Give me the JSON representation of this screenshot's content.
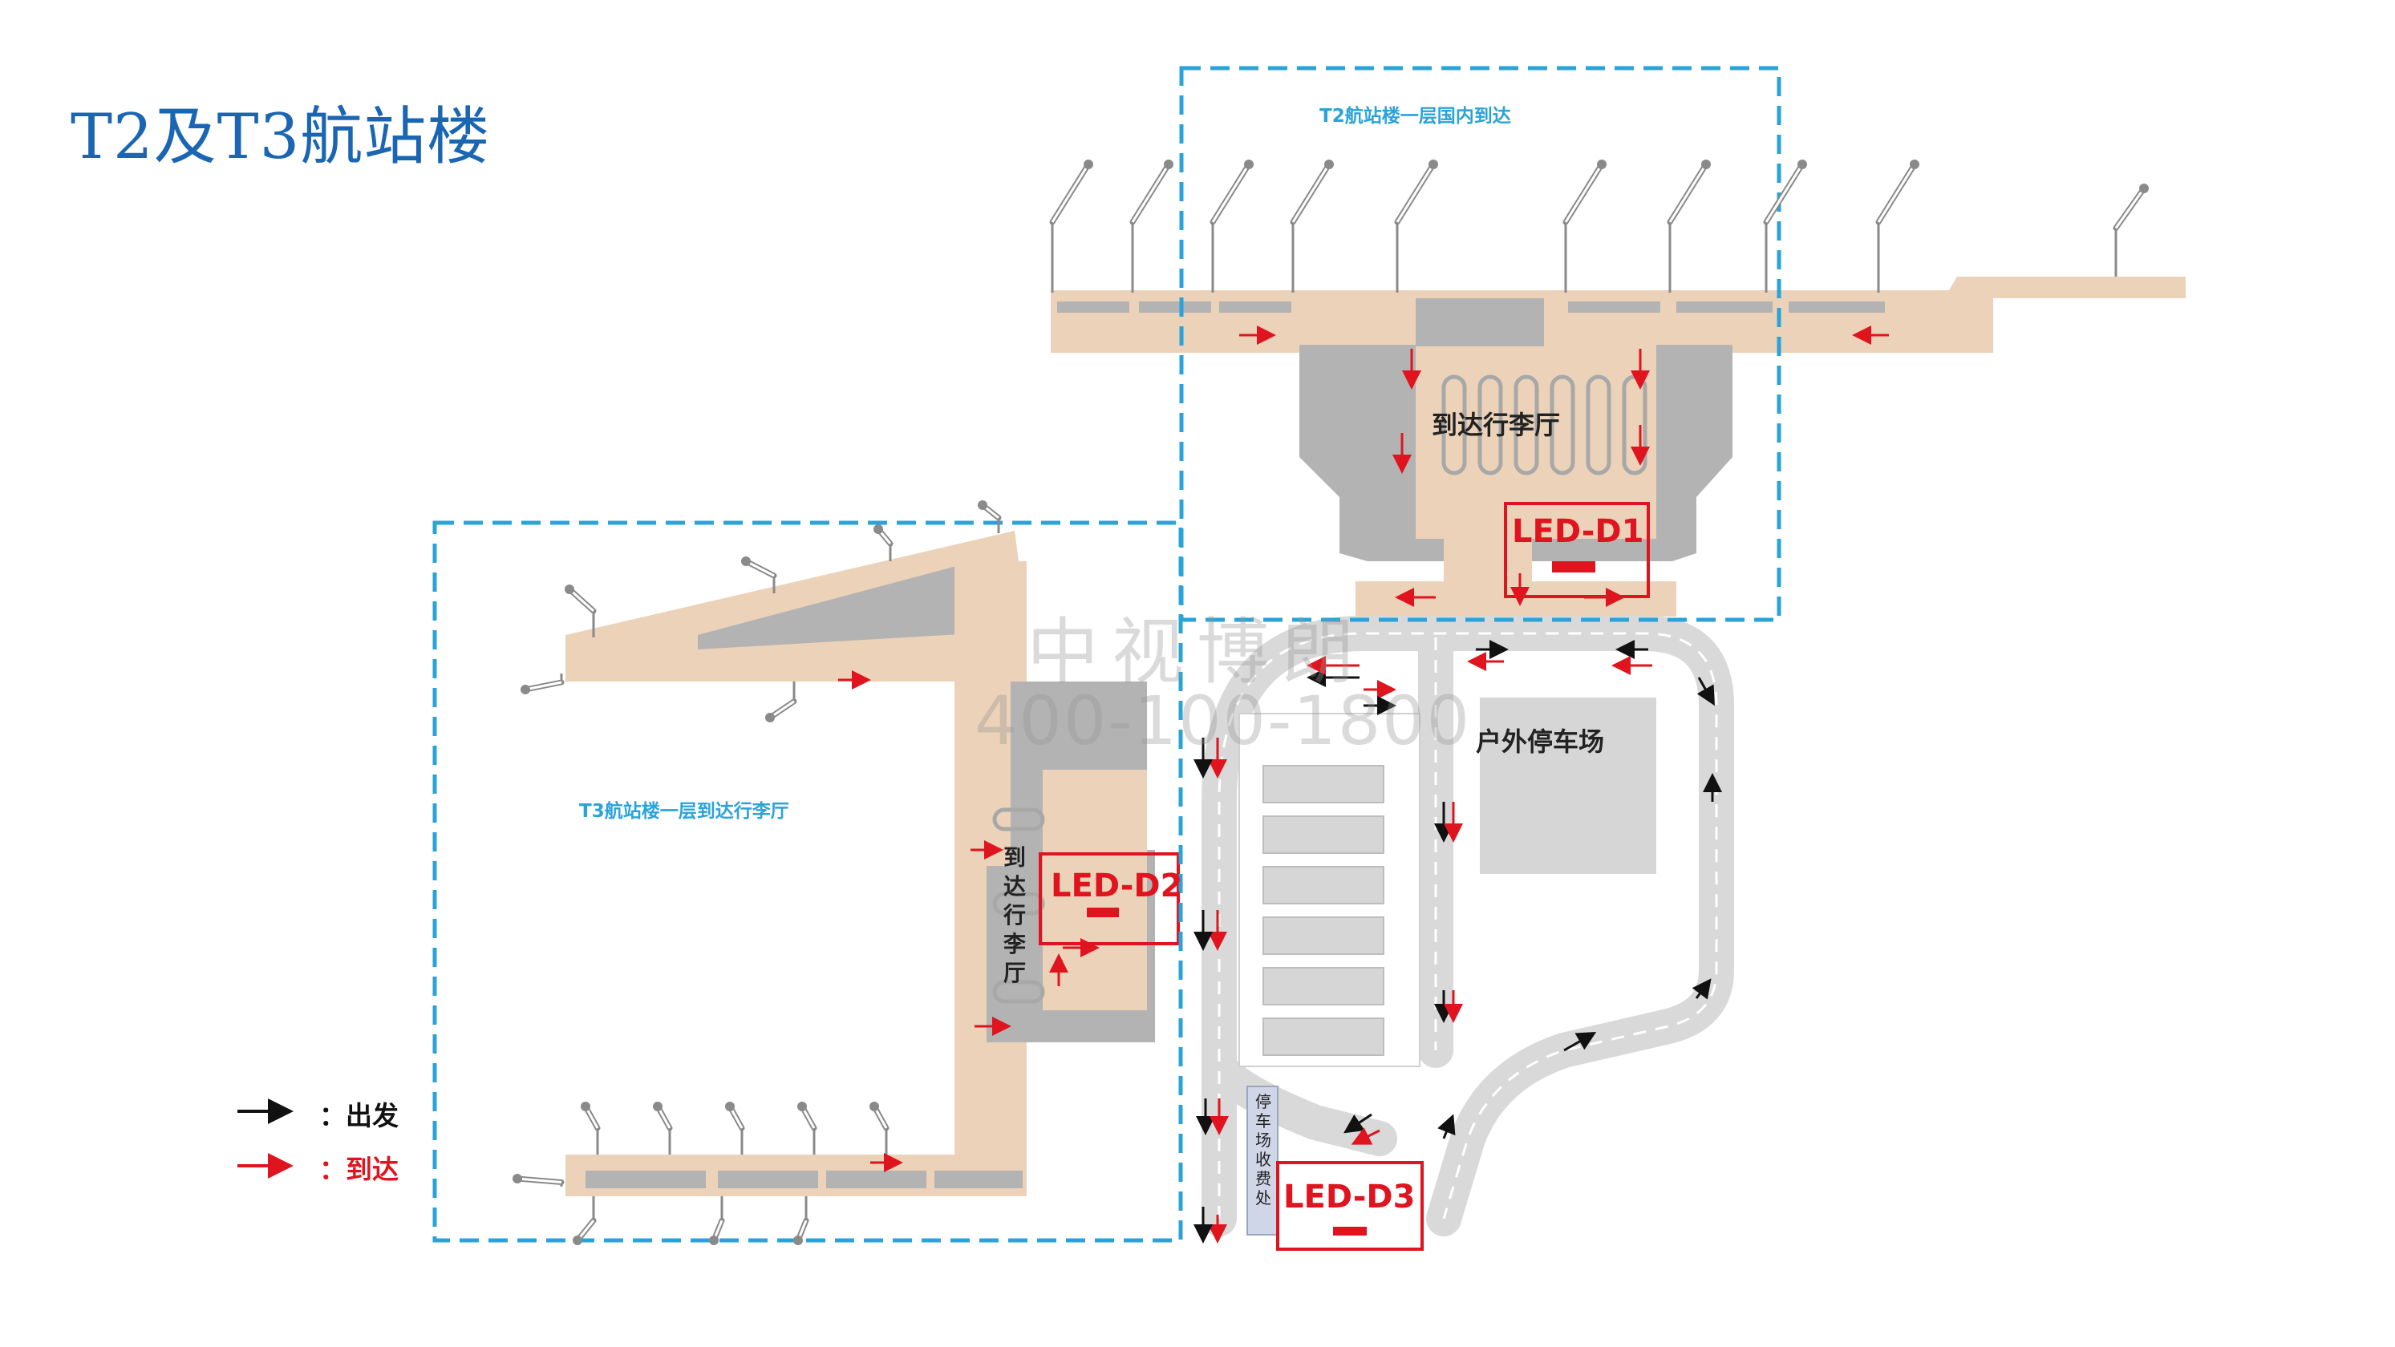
{
  "title": "T2及T3航站楼",
  "zones": {
    "t2": "T2航站楼一层国内到达",
    "t3": "T3航站楼一层到达行李厅"
  },
  "halls": {
    "t2_hall": "到达行李厅",
    "t3_hall": "到达行李厅"
  },
  "parking": {
    "lot_label": "户外停车场",
    "toll_label": "停车场收费处"
  },
  "led_markers": [
    "LED-D1",
    "LED-D2",
    "LED-D3"
  ],
  "legend": {
    "departure": "：出发",
    "arrival": "：到达"
  },
  "watermark": {
    "name": "中视博朗",
    "phone": "400-100-1800"
  },
  "colors": {
    "title": "#1a66b3",
    "zone_border": "#2aa3d8",
    "building": "#ecd2b8",
    "hall_gray": "#b3b3b3",
    "road": "#d9d9d9",
    "parking_lot": "#d6d6d6",
    "led": "#e0141e",
    "arrival_arrow": "#e0141e",
    "departure_arrow": "#111111"
  },
  "icons": [
    "jet-bridge-icon",
    "departure-arrow-icon",
    "arrival-arrow-icon"
  ]
}
